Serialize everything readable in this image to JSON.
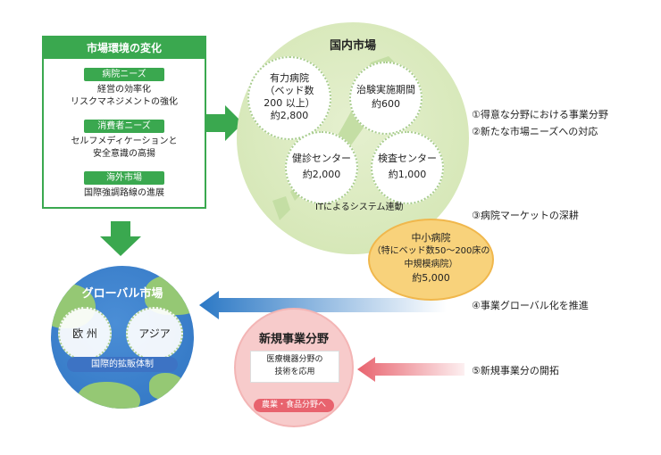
{
  "left_panel": {
    "title": "市場環境の変化",
    "sections": [
      {
        "tag": "病院ニーズ",
        "lines": [
          "経営の効率化",
          "リスクマネジメントの強化"
        ]
      },
      {
        "tag": "消費者ニーズ",
        "lines": [
          "セルフメディケーションと",
          "安全意識の高揚"
        ]
      },
      {
        "tag": "海外市場",
        "lines": [
          "国際強調路線の進展"
        ]
      }
    ]
  },
  "domestic": {
    "title": "国内市場",
    "large_hosp": [
      "有力病院",
      "（ベッド数",
      "200 以上）",
      "約2,800"
    ],
    "trial": [
      "治験実施期間",
      "約600"
    ],
    "checkup": [
      "健診センター",
      "約2,000"
    ],
    "inspection": [
      "検査センター",
      "約1,000"
    ],
    "it_link": "ITによるシステム連動"
  },
  "small_hosp": [
    "中小病院",
    "（特にベッド数50～200床の",
    "中規模病院）",
    "約5,000"
  ],
  "global": {
    "title": "グローバル市場",
    "europe": "欧 州",
    "asia": "アジア",
    "bar": "国際的拡販体制"
  },
  "newbiz": {
    "title": "新規事業分野",
    "box": [
      "医療機器分野の",
      "技術を応用"
    ],
    "pill": "農業・食品分野へ"
  },
  "right_labels": [
    "①得意な分野における事業分野",
    "②新たな市場ニーズへの対応",
    "③病院マーケットの深耕",
    "④事業グローバル化を推進",
    "⑤新規事業分の開拓"
  ],
  "colors": {
    "green": "#3aa84f",
    "blue": "#2f74c2",
    "pink": "#e8636e",
    "orange": "#f8d27b"
  }
}
